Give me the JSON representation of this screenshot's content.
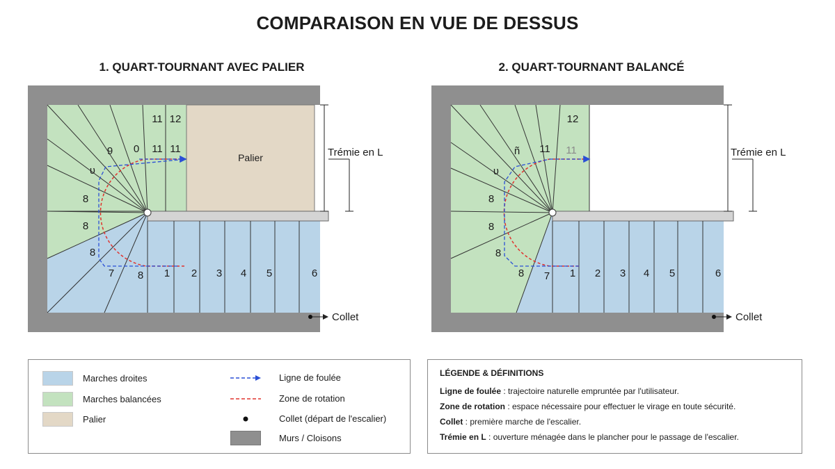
{
  "title": "COMPARAISON EN VUE DE DESSUS",
  "colors": {
    "straight": "#b9d4e8",
    "winder": "#c3e2bf",
    "landing": "#e3d8c6",
    "wall": "#8f8f8f",
    "rotation": "#e0332e",
    "stride": "#2a4fd6"
  },
  "plan1": {
    "title": "1. QUART-TOURNANT AVEC PALIER",
    "landing_label": "Palier",
    "tremie_label": "Trémie en L",
    "collet_label": "Collet",
    "step_labels": [
      "1",
      "2",
      "3",
      "4",
      "5",
      "6",
      "7",
      "8",
      "8",
      "8",
      "8",
      "ʋ",
      "9",
      "0",
      "11",
      "11",
      "12",
      "11"
    ]
  },
  "plan2": {
    "title": "2. QUART-TOURNANT BALANCÉ",
    "tremie_label": "Trémie en L",
    "collet_label": "Collet",
    "step_labels": [
      "1",
      "2",
      "3",
      "4",
      "5",
      "6",
      "7",
      "8",
      "8",
      "8",
      "8",
      "ʋ",
      "ñ",
      "11",
      "11",
      "12"
    ]
  },
  "legend": {
    "items": [
      {
        "label": "Marches droites",
        "icon": "swatch-straight"
      },
      {
        "label": "Marches balancées",
        "icon": "swatch-winder"
      },
      {
        "label": "Palier",
        "icon": "swatch-landing"
      },
      {
        "label": "Ligne de foulée",
        "icon": "dashed-arrow-icon"
      },
      {
        "label": "Zone de rotation",
        "icon": "red-dashed-line-icon"
      },
      {
        "label": "Collet (départ de l'escalier)",
        "icon": "dot-icon"
      },
      {
        "label": "Murs / Cloisons",
        "icon": "swatch-wall"
      }
    ]
  },
  "definitions": {
    "title": "LÉGENDE & DÉFINITIONS",
    "items": [
      {
        "term": "Ligne de foulée",
        "text": " : trajectoire naturelle empruntée par l'utilisateur."
      },
      {
        "term": "Zone de rotation",
        "text": " : espace nécessaire pour effectuer le virage en toute sécurité."
      },
      {
        "term": "Collet",
        "text": " : première marche de l'escalier."
      },
      {
        "term": "Trémie en L",
        "text": " : ouverture ménagée dans le plancher pour le passage de l'escalier."
      }
    ]
  }
}
